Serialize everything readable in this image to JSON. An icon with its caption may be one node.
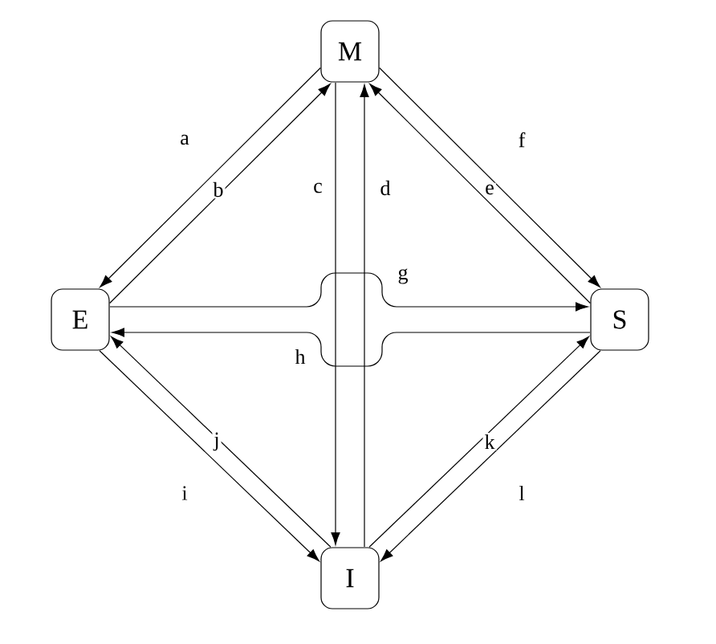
{
  "diagram": {
    "nodes": [
      {
        "text": [
          "M"
        ]
      },
      {
        "text": [
          "E"
        ]
      },
      {
        "text": [
          "S"
        ]
      },
      {
        "text": [
          "I"
        ]
      }
    ],
    "edges": [
      {
        "from": 0,
        "to": 1,
        "arrow": "to",
        "label": "a"
      },
      {
        "from": 1,
        "to": 0,
        "arrow": "to",
        "label": "b"
      },
      {
        "from": 0,
        "to": 3,
        "arrow": "to",
        "label": "c"
      },
      {
        "from": 3,
        "to": 0,
        "arrow": "to",
        "label": "d"
      },
      {
        "from": 2,
        "to": 0,
        "arrow": "to",
        "label": "e"
      },
      {
        "from": 0,
        "to": 2,
        "arrow": "to",
        "label": "f"
      },
      {
        "from": 1,
        "to": 2,
        "arrow": "to",
        "label": "g"
      },
      {
        "from": 2,
        "to": 1,
        "arrow": "to",
        "label": "h"
      },
      {
        "from": 1,
        "to": 3,
        "arrow": "to",
        "label": "i"
      },
      {
        "from": 3,
        "to": 1,
        "arrow": "to",
        "label": "j"
      },
      {
        "from": 3,
        "to": 2,
        "arrow": "to",
        "label": "k"
      },
      {
        "from": 2,
        "to": 3,
        "arrow": "to",
        "label": "l"
      }
    ]
  }
}
